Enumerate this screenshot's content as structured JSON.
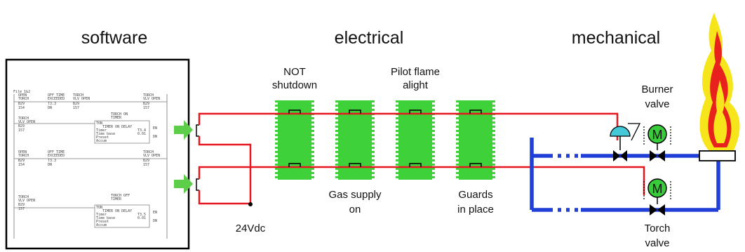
{
  "headers": {
    "software": "software",
    "electrical": "electrical",
    "mechanical": "mechanical"
  },
  "labels": {
    "not_shutdown": [
      "NOT",
      "shutdown"
    ],
    "pilot_flame": [
      "Pilot flame",
      "alight"
    ],
    "gas_supply": [
      "Gas supply",
      "on"
    ],
    "guards": [
      "Guards",
      "in place"
    ],
    "supply": "24Vdc",
    "burner_valve": [
      "Burner",
      "valve"
    ],
    "torch_valve": [
      "Torch",
      "valve"
    ],
    "motor_symbol": "M"
  },
  "ladder_text": {
    "file": "File 1&2",
    "rung1": [
      "OPEN",
      "TORCH",
      "B29",
      "154",
      "OFF TIME",
      "EXCEEDED",
      "T3.3",
      "DN",
      "TORCH",
      "VLV OPEN",
      "B29",
      "157",
      "TORCH",
      "VLV OPEN",
      "B29",
      "157"
    ],
    "rung2": [
      "TORCH",
      "VLV OPEN",
      "B29",
      "157",
      "TORCH ON",
      "TIMER",
      "TON",
      "TIMER ON DELAY",
      "Timer",
      "Time base",
      "Preset",
      "Accum",
      "T3.4",
      "0.01",
      "EN",
      "DN"
    ],
    "rung3": [
      "OPEN",
      "TORCH",
      "B29",
      "154",
      "OFF TIME",
      "EXCEEDED",
      "T3.3",
      "DN",
      "TORCH",
      "VLV OPEN",
      "B29",
      "157"
    ],
    "rung4": [
      "TORCH",
      "VLV OPEN",
      "B29",
      "157",
      "TORCH OFF",
      "TIMER",
      "TON",
      "TIMER ON DELAY",
      "Timer",
      "Time base",
      "Preset",
      "Accum",
      "T3.5",
      "0.01",
      "EN",
      "DN"
    ]
  },
  "colors": {
    "wire": "#e8171f",
    "pipe": "#1f3fd6",
    "guard": "#3ed13a",
    "motor": "#39cc3a",
    "arrow": "#5cce49",
    "actuator": "#45c9d9",
    "flame_outer": "#f7e51b",
    "flame_inner": "#e8211f"
  }
}
